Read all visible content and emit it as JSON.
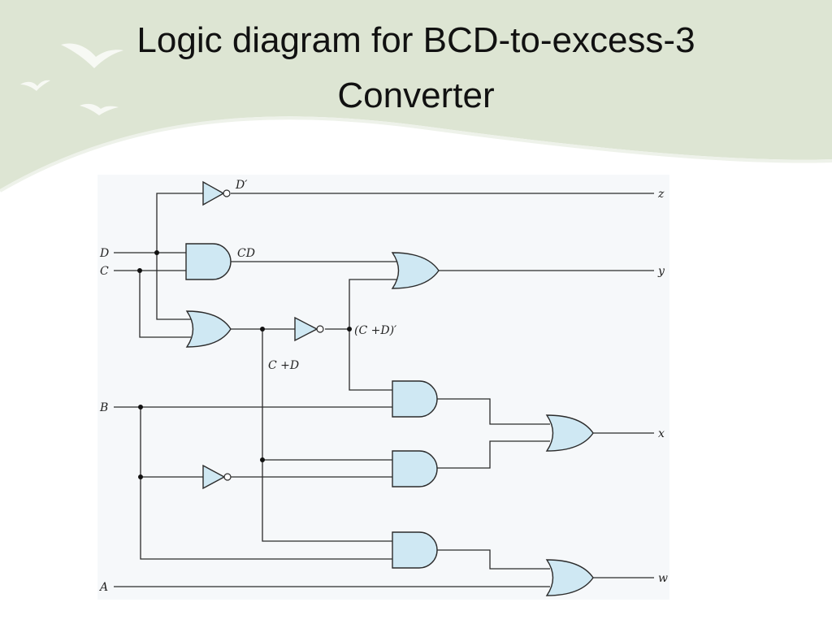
{
  "slide": {
    "title_line1": "Logic diagram for BCD-to-excess-3",
    "title_line2": "Converter"
  },
  "diagram": {
    "inputs": {
      "D": "D",
      "C": "C",
      "B": "B",
      "A": "A"
    },
    "outputs": {
      "z": "z",
      "y": "y",
      "x": "x",
      "w": "w"
    },
    "labels": {
      "d_not": "D′",
      "cd": "CD",
      "c_or_d_not": "(C +D)′",
      "c_or_d": "C +D"
    }
  },
  "colors": {
    "gate_fill": "#cfe8f3",
    "wave": "#dde5d3",
    "background": "#ffffff"
  }
}
